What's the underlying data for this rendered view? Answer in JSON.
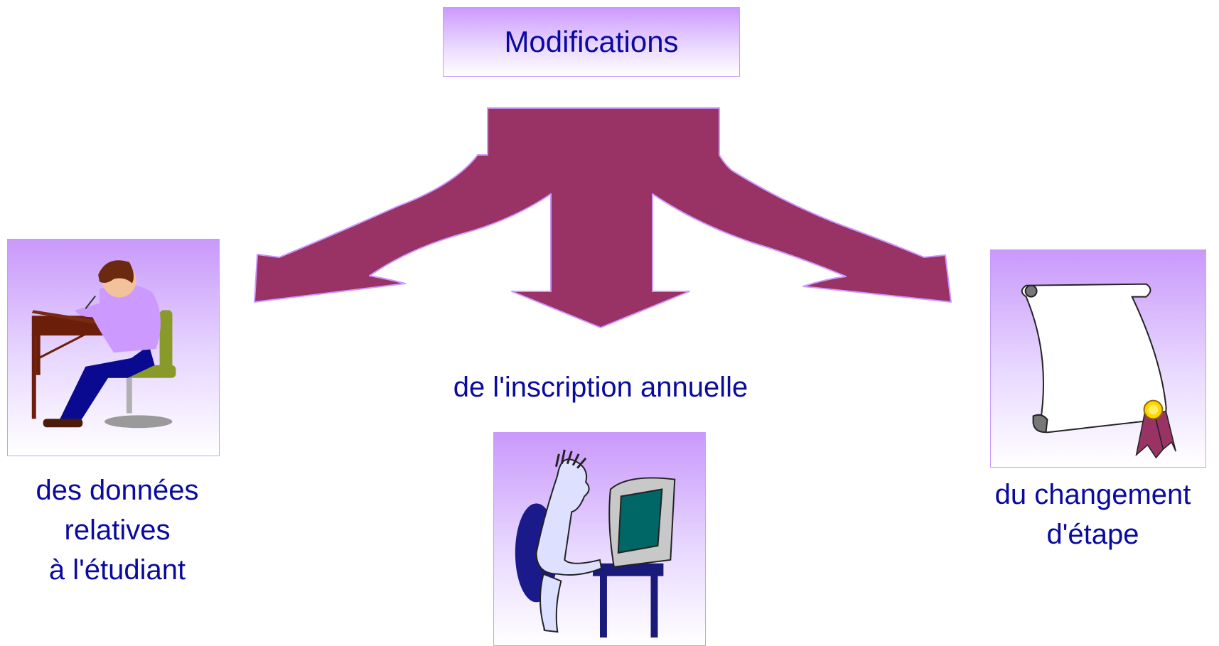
{
  "title": "Modifications",
  "center_label": "de l'inscription annuelle",
  "left_label": [
    "des données",
    "relatives",
    "à l'étudiant"
  ],
  "right_label": [
    "du changement",
    "d'étape"
  ],
  "colors": {
    "text": "#0a0aa0",
    "arrow": "#993366",
    "arrow_outline": "#cc99ff",
    "box_border": "#cc99ff",
    "box_gradient_top": "#cc99ff"
  },
  "icons": {
    "left": "student-writing-at-desk-icon",
    "center": "person-at-computer-icon",
    "right": "diploma-scroll-icon"
  }
}
